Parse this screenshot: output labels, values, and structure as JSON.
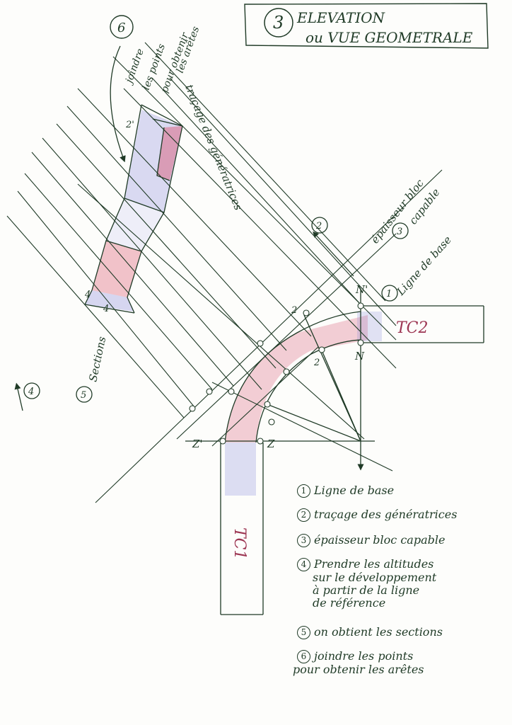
{
  "title": {
    "number": "3",
    "line1": "ELEVATION",
    "line2": "ou VUE GEOMETRALE"
  },
  "diagram_labels": {
    "step6_number": "6",
    "step6_line1": "joindre",
    "step6_line2": "les points",
    "step6_line3": "pour obtenir",
    "step6_line4": "les arêtes",
    "generatrices": "traçage des génératrices",
    "step2_number": "2",
    "epaisseur": "épaisseur bloc",
    "capable": "capable",
    "step3_number": "3",
    "step1_number": "1",
    "ligne_de_base": "Ligne de base",
    "tc2": "TC2",
    "tc1": "TC1",
    "sections": "Sections",
    "step5_number": "5",
    "step4_number": "4",
    "n_prime": "N'",
    "n": "N",
    "z_prime": "Z'",
    "z": "Z",
    "mark_2": "2",
    "mark_2b": "2'",
    "mark_2c": "2",
    "mark_4": "4",
    "mark_4b": "4"
  },
  "legend": [
    {
      "number": "1",
      "lines": [
        "Ligne de base"
      ]
    },
    {
      "number": "2",
      "lines": [
        "traçage des génératrices"
      ]
    },
    {
      "number": "3",
      "lines": [
        "épaisseur bloc capable"
      ]
    },
    {
      "number": "4",
      "lines": [
        "Prendre les altitudes",
        "sur le développement",
        "à partir de la ligne",
        "de référence"
      ]
    },
    {
      "number": "5",
      "lines": [
        "on obtient les sections"
      ]
    },
    {
      "number": "6",
      "lines": [
        "joindre les points",
        "pour obtenir les arêtes"
      ]
    }
  ],
  "colors": {
    "ink": "#1f3a26",
    "red_pencil": "#d9536e",
    "blue_pencil": "#7d7fd6",
    "paper": "#fdfdfb"
  }
}
